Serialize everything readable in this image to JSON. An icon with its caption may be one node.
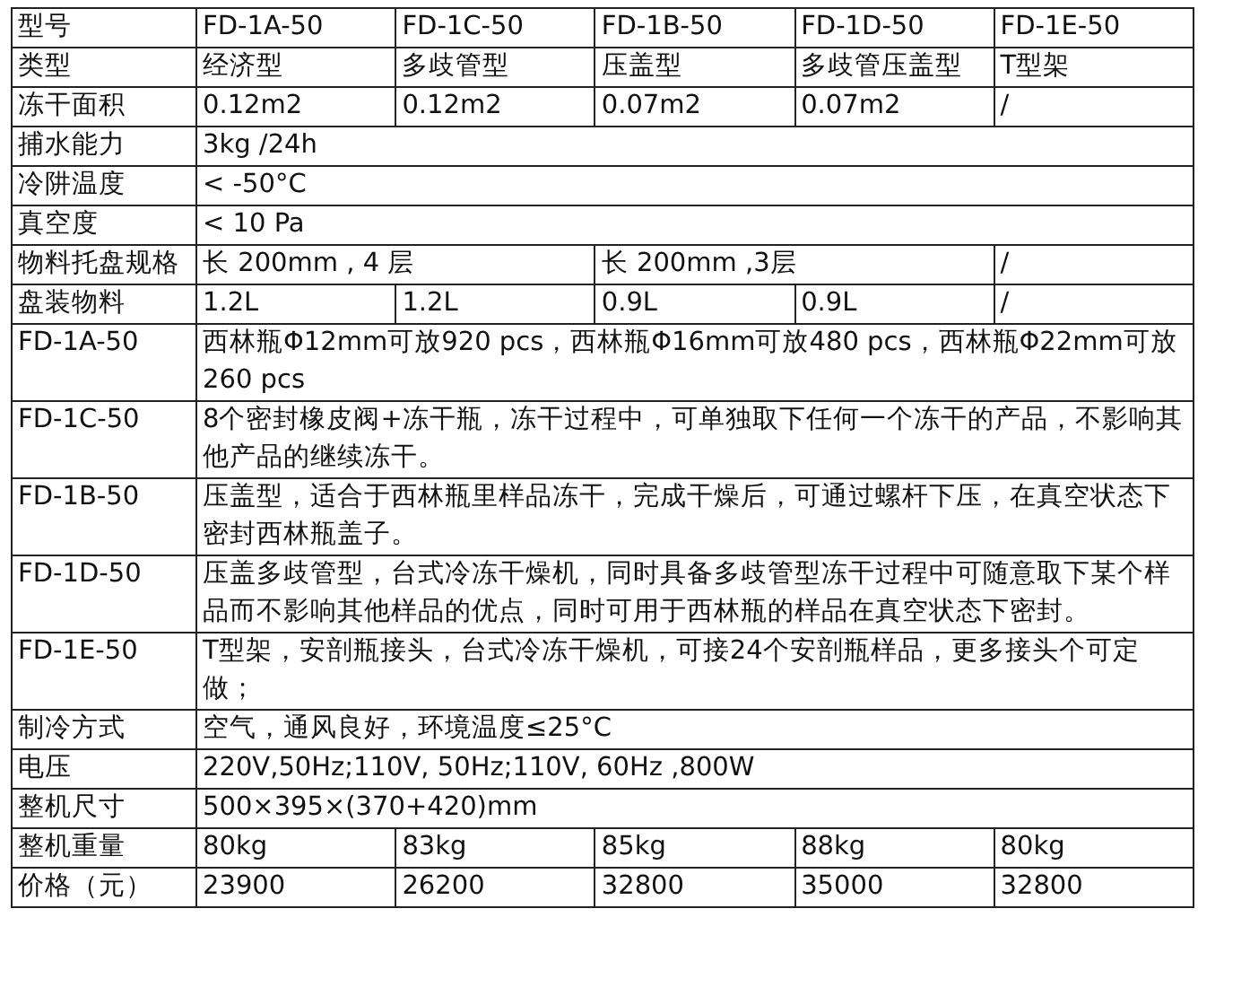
{
  "diagram": {
    "labels": [
      "型号",
      "FD-1A-50",
      "FD-1C-50",
      "FD-1B-50",
      "FD-1D-50",
      "FD-1E-50",
      "类型",
      "经济型",
      "多歧管型",
      "压盖型",
      "多歧管压盖型",
      "T型架",
      "冻干面积",
      "0.12m2",
      "0.12m2",
      "0.07m2",
      "0.07m2",
      "/",
      "捕水能力",
      "3kg /24h",
      "冷阱温度",
      "< -50°C",
      "真空度",
      "< 10 Pa",
      "物料托盘规格",
      "长   200mm , 4 层",
      "长 200mm ,3层",
      "/",
      "盘装物料",
      "1.2L",
      "1.2L",
      "0.9L",
      "0.9L",
      "/",
      "FD-1A-50",
      "西林瓶Φ12mm可放920 pcs，西林瓶Φ16mm可放480 pcs，西林瓶Φ22mm可放260 pcs",
      "FD-1C-50",
      "8个密封橡皮阀+冻干瓶，冻干过程中，可单独取下任何一个冻干的产品，不影响其他产品的继续冻干。",
      "FD-1B-50",
      "压盖型，适合于西林瓶里样品冻干，完成干燥后，可通过螺杆下压，在真空状态下密封西林瓶盖子。",
      "FD-1D-50",
      "压盖多歧管型，台式冷冻干燥机，同时具备多歧管型冻干过程中可随意取下某个样品而不影响其他样品的优点，同时可用于西林瓶的样品在真空状态下密封。",
      "FD-1E-50",
      "T型架，安剖瓶接头，台式冷冻干燥机，可接24个安剖瓶样品，更多接头个可定做；",
      "制冷方式",
      "空气，通风良好，环境温度≤25°C",
      "电压",
      "220V,50Hz;110V, 50Hz;110V, 60Hz ,800W",
      "整机尺寸",
      "500×395×(370+420)mm",
      "整机重量",
      "80kg",
      "83kg",
      "85kg",
      "88kg",
      "80kg",
      "价格（元）",
      "23900",
      "26200",
      "32800",
      "35000",
      "32800"
    ]
  }
}
